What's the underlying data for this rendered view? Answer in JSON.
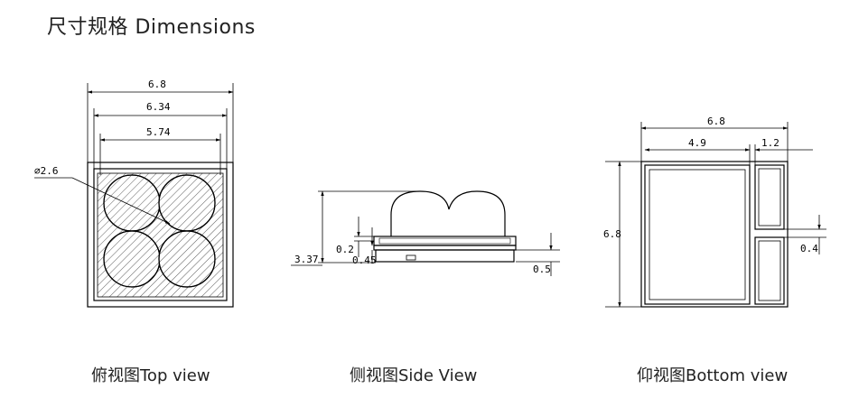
{
  "title": "尺寸规格 Dimensions",
  "views": {
    "top": {
      "caption": "俯视图Top view",
      "dims": {
        "outer": "6.8",
        "mid": "6.34",
        "inner": "5.74",
        "diameter": "∅2.6"
      }
    },
    "side": {
      "caption": "侧视图Side View",
      "dims": {
        "height": "3.37",
        "a": "0.2",
        "b": "0.45",
        "c": "0.5"
      }
    },
    "bottom": {
      "caption": "仰视图Bottom view",
      "dims": {
        "width": "6.8",
        "pad": "4.9",
        "small": "1.2",
        "height": "6.8",
        "gap": "0.4"
      }
    }
  }
}
